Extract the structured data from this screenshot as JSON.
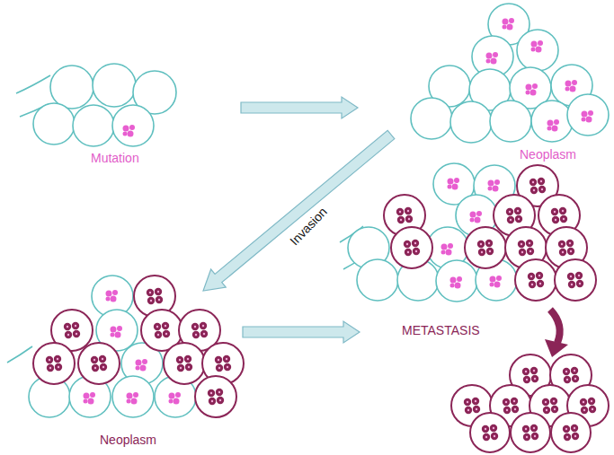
{
  "diagram": {
    "labels": [
      "Mutation",
      "Neoplasm",
      "Invasion",
      "METASTASIS",
      "Neoplasm"
    ]
  }
}
